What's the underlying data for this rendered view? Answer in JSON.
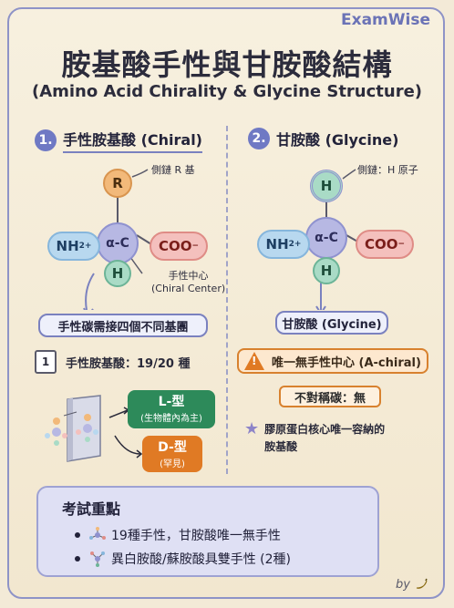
{
  "brand": "ExamWise",
  "title": "胺基酸手性與甘胺酸結構",
  "subtitle": "(Amino Acid Chirality & Glycine Structure)",
  "left": {
    "number": "1.",
    "heading": "手性胺基酸 (Chiral)",
    "molecule": {
      "center": "α-C",
      "top": "R",
      "left_main": "NH",
      "left_sub": "2",
      "left_sup": "+",
      "right_main": "COO",
      "right_sup": "−",
      "bottom": "H"
    },
    "callout_r": "側鏈 R 基",
    "callout_center_1": "手性中心",
    "callout_center_2": "(Chiral Center)",
    "pill": "手性碳需接四個不同基團",
    "count_icon": "1",
    "count_text": "手性胺基酸：19/20 種",
    "l_tag_big": "L-型",
    "l_tag_small": "(生物體內為主)",
    "d_tag_big": "D-型",
    "d_tag_small": "(罕見)"
  },
  "right": {
    "number": "2.",
    "heading": "甘胺酸 (Glycine)",
    "molecule": {
      "center": "α-C",
      "top": "H",
      "left_main": "NH",
      "left_sub": "2",
      "left_sup": "+",
      "right_main": "COO",
      "right_sup": "−",
      "bottom": "H"
    },
    "callout_h": "側鏈：H 原子",
    "pill": "甘胺酸 (Glycine)",
    "warning_icon": "!",
    "warning": "唯一無手性中心 (A-chiral)",
    "note": "不對稱碳：無",
    "star_line1": "膠原蛋白核心唯一容納的",
    "star_line2": "胺基酸"
  },
  "exam": {
    "title": "考試重點",
    "items": [
      "19種手性，甘胺酸唯一無手性",
      "異白胺酸/蘇胺酸具雙手性 (2種)"
    ]
  },
  "byline": "by",
  "colors": {
    "accent": "#6f79c4",
    "orange": "#e07a24",
    "green": "#2d8a5a",
    "background": "#f3ead7"
  }
}
